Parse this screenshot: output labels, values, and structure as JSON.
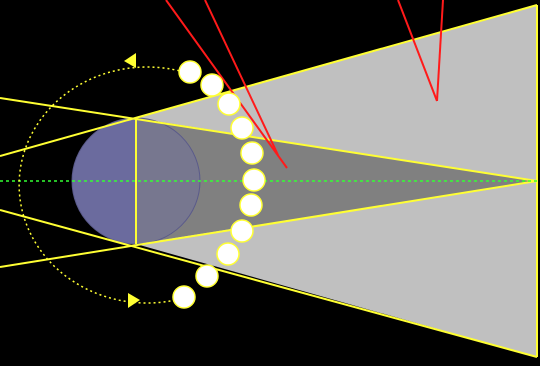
{
  "diagram": {
    "objects": [
      {
        "kind": "earth",
        "icon": "earth-disc"
      },
      {
        "kind": "penumbra",
        "icon": "penumbra-cone"
      },
      {
        "kind": "umbra",
        "icon": "umbra-cone"
      },
      {
        "kind": "moon-path",
        "icon": "moon-disc",
        "moon_count": 11
      },
      {
        "kind": "orbit",
        "icon": "orbit-direction-arrow"
      },
      {
        "kind": "axis",
        "icon": "axis-line"
      },
      {
        "kind": "pointer",
        "icon": "red-pointer-line"
      }
    ],
    "colors": {
      "background": "#000000",
      "earth": "#6b6b9e",
      "earth_stroke": "#5a5a8a",
      "penumbra": "#c0c0c0",
      "umbra": "#808080",
      "edge_lines": "#ffff33",
      "orbit": "#ffff33",
      "moon_fill": "#ffffff",
      "moon_stroke": "#ffff33",
      "axis": "#33ff33",
      "pointer": "#ff2020"
    }
  }
}
